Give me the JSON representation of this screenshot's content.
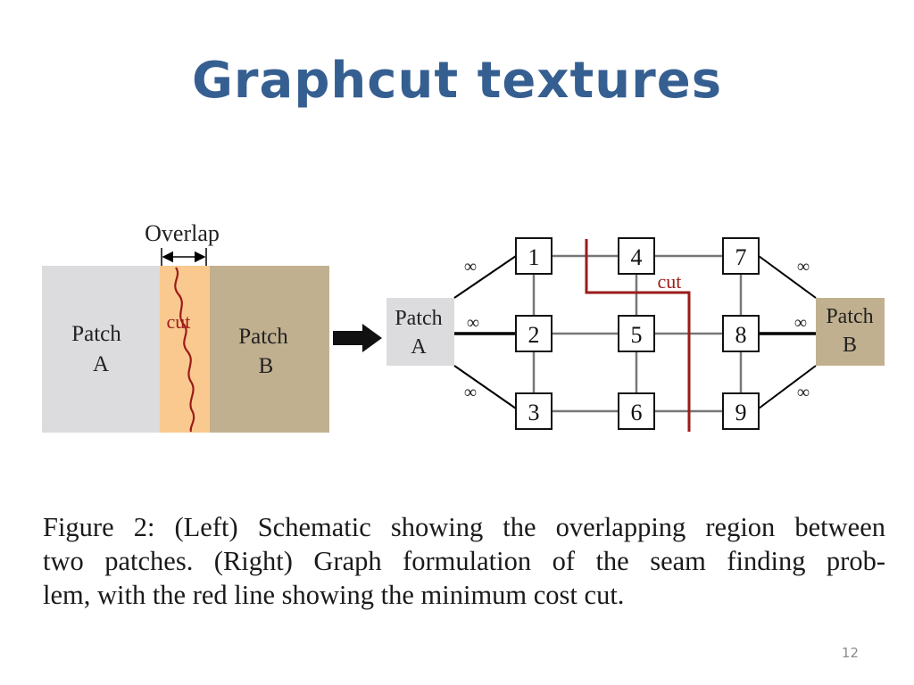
{
  "slide": {
    "title": "Graphcut textures",
    "number": "12"
  },
  "left_schematic": {
    "overlap_label": "Overlap",
    "cut_label": "cut",
    "patch_a": [
      "Patch",
      "A"
    ],
    "patch_b": [
      "Patch",
      "B"
    ]
  },
  "right_graph": {
    "patch_a": [
      "Patch",
      "A"
    ],
    "patch_b": [
      "Patch",
      "B"
    ],
    "cut_label": "cut",
    "infinity": "∞",
    "nodes": [
      "1",
      "2",
      "3",
      "4",
      "5",
      "6",
      "7",
      "8",
      "9"
    ]
  },
  "colors": {
    "title": "#365f91",
    "patch_a_fill": "#dcdcde",
    "overlap_fill": "#f9c98f",
    "patch_b_fill": "#c1b08f",
    "cut_line": "#9b1b1b"
  },
  "caption": {
    "lines": [
      "Figure 2: (Left) Schematic showing the overlapping region between",
      "two patches. (Right) Graph formulation of the seam finding prob-",
      "lem, with the red line showing the minimum cost cut."
    ]
  }
}
